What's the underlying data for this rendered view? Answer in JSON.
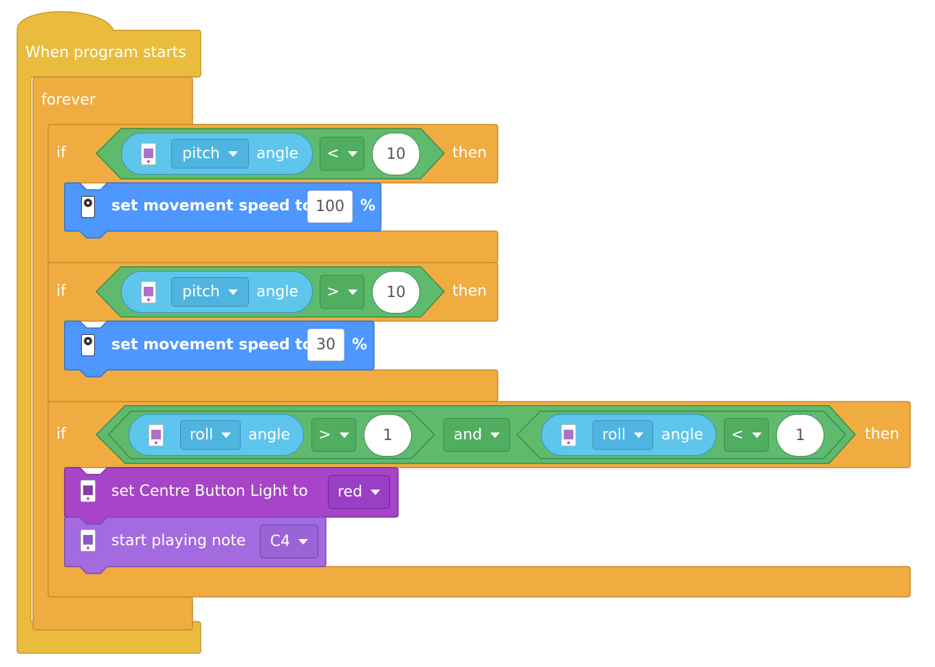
{
  "hat": {
    "label": "When program starts"
  },
  "forever": {
    "label": "forever"
  },
  "if1": {
    "if_label": "if",
    "sensor": {
      "axis": "pitch",
      "word": "angle",
      "icon": "device-icon"
    },
    "operator": "<",
    "value": "10",
    "then_label": "then",
    "action": {
      "text": "set movement speed to",
      "value": "100",
      "unit": "%",
      "icon": "remote-icon"
    }
  },
  "if2": {
    "if_label": "if",
    "sensor": {
      "axis": "pitch",
      "word": "angle",
      "icon": "device-icon"
    },
    "operator": ">",
    "value": "10",
    "then_label": "then",
    "action": {
      "text": "set movement speed to",
      "value": "30",
      "unit": "%",
      "icon": "remote-icon"
    }
  },
  "if3": {
    "if_label": "if",
    "left": {
      "axis": "roll",
      "word": "angle",
      "operator": ">",
      "value": "1"
    },
    "and_label": "and",
    "right": {
      "axis": "roll",
      "word": "angle",
      "operator": "<",
      "value": "1"
    },
    "then_label": "then",
    "actions": [
      {
        "text": "set Centre Button Light to",
        "value": "red",
        "icon": "device-icon"
      },
      {
        "text": "start playing note",
        "value": "C4",
        "icon": "device-icon"
      }
    ]
  },
  "colors": {
    "events": "#e9bc3e",
    "control": "#f0ac41",
    "operators": "#5fba6e",
    "sensing": "#5ec5ec",
    "motion": "#4d97ff",
    "light": "#a744c8",
    "sound": "#a46ae0"
  }
}
